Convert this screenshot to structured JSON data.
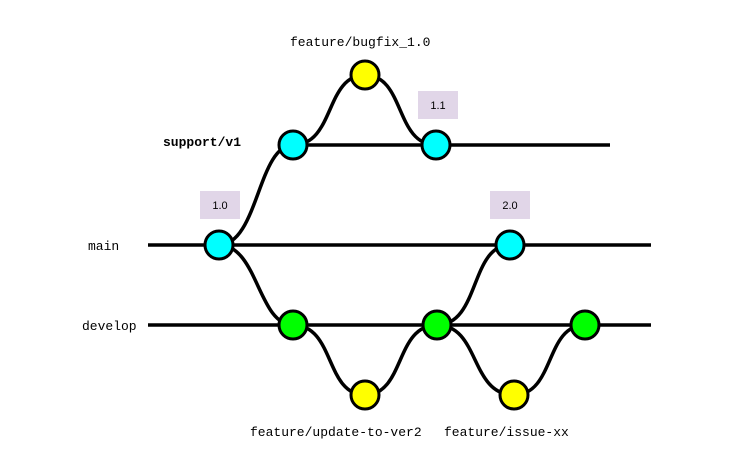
{
  "branches": {
    "support": {
      "label": "support/v1",
      "color": "#e0107a"
    },
    "main": {
      "label": "main"
    },
    "develop": {
      "label": "develop"
    }
  },
  "features": {
    "bugfix": {
      "label": "feature/bugfix_1.0"
    },
    "update": {
      "label": "feature/update-to-ver2"
    },
    "issue": {
      "label": "feature/issue-xx"
    }
  },
  "tags": {
    "v1_0": {
      "label": "1.0"
    },
    "v1_1": {
      "label": "1.1"
    },
    "v2_0": {
      "label": "2.0"
    }
  },
  "colors": {
    "release_commit": "#00ffff",
    "develop_commit": "#00ff00",
    "feature_commit": "#ffff00",
    "tag_background": "#e1d6e8",
    "line": "#000000"
  }
}
